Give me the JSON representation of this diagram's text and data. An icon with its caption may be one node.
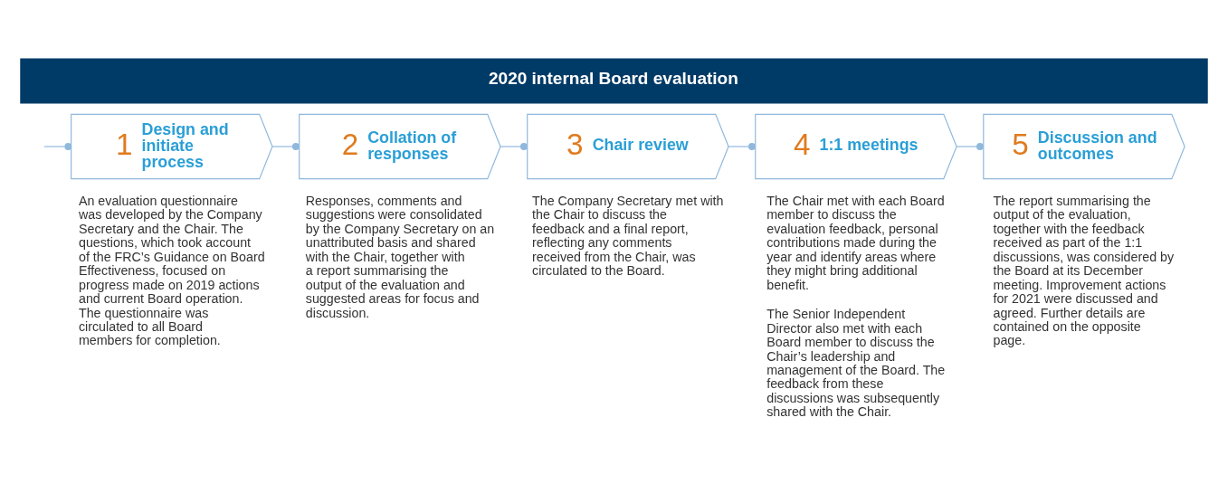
{
  "diagram": {
    "title": "2020 internal Board evaluation",
    "nodes": [
      {
        "text": [
          "1",
          "Design and initiate process"
        ],
        "beside": [
          "An evaluation questionnaire was developed by the Company Secretary and the Chair. The questions, which took account of the FRC’s Guidance on Board Effectiveness, focused on progress made on 2019 actions and current Board operation. The questionnaire was circulated to all Board members for completion."
        ]
      },
      {
        "text": [
          "2",
          "Collation of responses"
        ],
        "beside": [
          "Responses, comments and suggestions were consolidated by the Company Secretary on an unattributed basis and shared with the Chair, together with a report summarising the output of the evaluation and suggested areas for focus and discussion."
        ]
      },
      {
        "text": [
          "3",
          "Chair review"
        ],
        "beside": [
          "The Company Secretary met with the Chair to discuss the feedback and a final report, reflecting any comments received from the Chair, was circulated to the Board."
        ]
      },
      {
        "text": [
          "4",
          "1:1 meetings"
        ],
        "beside": [
          "The Chair met with each Board member to discuss the evaluation feedback, personal contributions made during the year and identify areas where they might bring additional benefit.",
          "The Senior Independent Director also met with each Board member to discuss the Chair’s leadership and management of the Board. The feedback from these discussions was subsequently shared with the Chair."
        ]
      },
      {
        "text": [
          "5",
          "Discussion and outcomes"
        ],
        "beside": [
          "The report summarising the output of the evaluation, together with the feedback received as part of the 1:1 discussions, was considered by the Board at its December meeting. Improvement actions for 2021 were discussed and agreed. Further details are contained on the opposite page."
        ]
      }
    ],
    "edges": [
      {
        "from": null,
        "to": 0,
        "arrow": "other"
      },
      {
        "from": 0,
        "to": 1,
        "arrow": "other"
      },
      {
        "from": 1,
        "to": 2,
        "arrow": "other"
      },
      {
        "from": 2,
        "to": 3,
        "arrow": "other"
      },
      {
        "from": 3,
        "to": 4,
        "arrow": "other"
      }
    ]
  }
}
